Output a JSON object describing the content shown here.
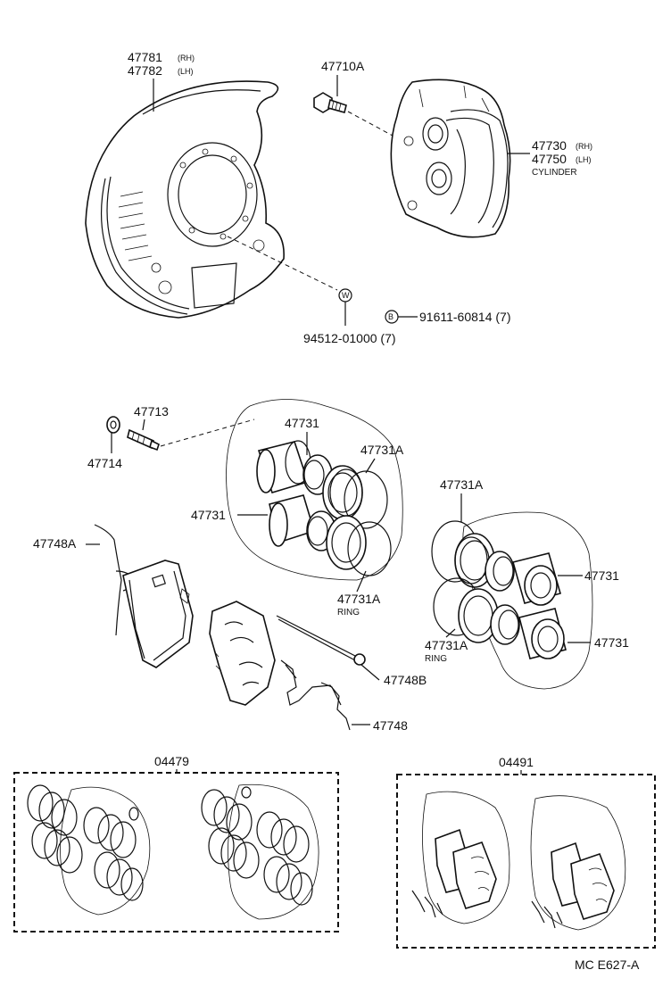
{
  "labels": {
    "shield_rh": "47781",
    "shield_rh_side": "(RH)",
    "shield_lh": "47782",
    "shield_lh_side": "(LH)",
    "bolt": "47710A",
    "cyl_rh": "47730",
    "cyl_rh_side": "(RH)",
    "cyl_lh": "47750",
    "cyl_lh_side": "(LH)",
    "cylinder": "CYLINDER",
    "washer_marker": "W",
    "washer": "94512-01000 (7)",
    "bolt_marker": "B",
    "bolt_b": "91611-60814 (7)",
    "bleeder": "47713",
    "bleeder_cap": "47714",
    "piston_a": "47731",
    "piston_b": "47731",
    "ring_a": "47731A",
    "ring_b": "47731A",
    "ring_b_note": "RING",
    "ring_c": "47731A",
    "piston_c": "47731",
    "piston_d": "47731",
    "ring_d": "47731A",
    "ring_d_note": "RING",
    "anti_squeal": "47748A",
    "pin": "47748B",
    "clip": "47748",
    "kit_seal": "04479",
    "kit_pad": "04491",
    "footer": "MC  E627-A"
  }
}
